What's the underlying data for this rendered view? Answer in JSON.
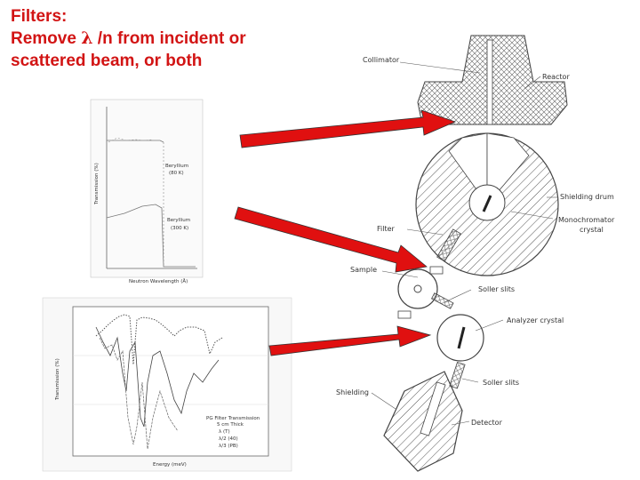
{
  "title": {
    "line1": "Filters:",
    "line2_prefix": "Remove ",
    "line2_symbol": "λ",
    "line2_suffix": " /n from incident or",
    "line3": "scattered beam, or both"
  },
  "diagram": {
    "collimator": "Collimator",
    "reactor": "Reactor",
    "shielding_drum": "Shielding drum",
    "monochromator": "Monochromator",
    "crystal": "crystal",
    "filter": "Filter",
    "sample": "Sample",
    "soller_slits_1": "Soller slits",
    "analyzer": "Analyzer crystal",
    "soller_slits_2": "Soller slits",
    "shielding": "Shielding",
    "detector": "Detector"
  },
  "plot_top": {
    "ylabel": "Transmission (%)",
    "xlabel": "Neutron Wavelength (Å)",
    "beryllium_1": "Beryllium",
    "beryllium_1_temp": "(80 K)",
    "beryllium_2": "Beryllium",
    "beryllium_2_temp": "(300 K)"
  },
  "plot_bottom": {
    "ylabel": "Transmission (%)",
    "xlabel": "Energy (meV)",
    "legend_title": "PG Filter Transmission",
    "legend_sub": "5 cm Thick",
    "legend_1": "λ (T)",
    "legend_2": "λ/2 (40)",
    "legend_3": "λ/3 (PB)"
  },
  "colors": {
    "title": "#d21414",
    "arrow": "#e01010"
  }
}
